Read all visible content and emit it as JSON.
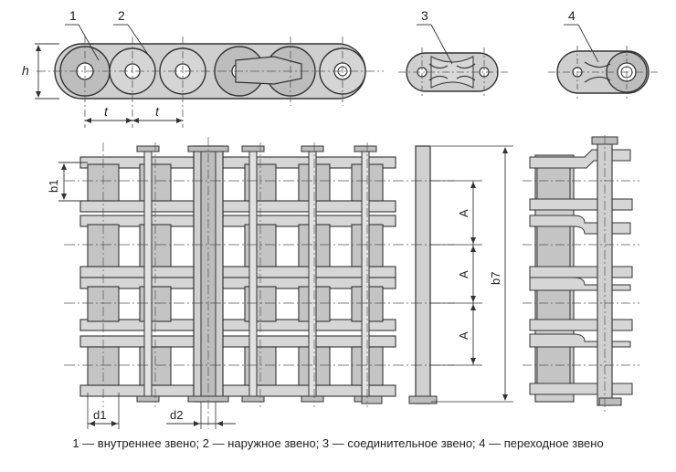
{
  "callouts": [
    "1",
    "2",
    "3",
    "4"
  ],
  "dims": {
    "h": "h",
    "t1": "t",
    "t2": "t",
    "b1": "b1",
    "A1": "A",
    "A2": "A",
    "A3": "A",
    "b7": "b7",
    "d1": "d1",
    "d2": "d2"
  },
  "caption": "1 — внутреннее звено; 2 — наружное звено; 3 — соединительное звено; 4 — переходное звено"
}
